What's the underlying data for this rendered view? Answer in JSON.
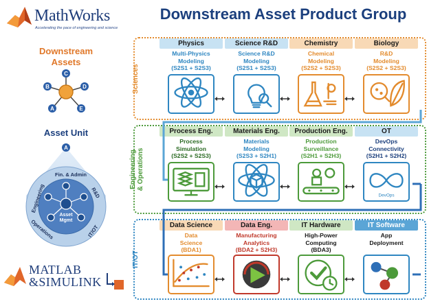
{
  "header": {
    "brand": "MathWorks",
    "tagline": "Accelerating the pace of engineering and science",
    "title": "Downstream Asset Product Group"
  },
  "left": {
    "title_line1": "Downstream",
    "title_line2": "Assets",
    "nodes": [
      "A",
      "B",
      "C",
      "D",
      "E"
    ],
    "asset_unit_title": "Asset Unit",
    "asset_unit_node": "A",
    "ring_labels": {
      "top": "Fin. & Admin",
      "right_top": "R&D",
      "left": "Engineering",
      "bottom_left": "Operations",
      "bottom_right": "IT/OT"
    },
    "center_label_line1": "Asset",
    "center_label_line2": "Mgmt",
    "matlab_line1": "MATLAB",
    "matlab_line2": "&SIMULINK"
  },
  "sections": [
    {
      "label": "Sciences",
      "color": "#e38b2d",
      "items": [
        {
          "category": "Physics",
          "line1": "Multi-Physics",
          "line2": "Modeling",
          "code": "(S2S1 + S2S3)",
          "icon": "atom-icon"
        },
        {
          "category": "Science R&D",
          "line1": "Science R&D",
          "line2": "Modeling",
          "code": "(S2S1 + S2S3)",
          "icon": "lightbulb-icon"
        },
        {
          "category": "Chemistry",
          "line1": "Chemical",
          "line2": "Modeling",
          "code": "(S2S2 + S2S3)",
          "icon": "lab-flask-icon"
        },
        {
          "category": "Biology",
          "line1": "R&D",
          "line2": "Modeling",
          "code": "(S2S2 + S2S3)",
          "icon": "microbe-leaf-icon"
        }
      ]
    },
    {
      "label": "Engineering & Operations",
      "label_line1": "Engineering",
      "label_line2": "& Operations",
      "color": "#4c9a3a",
      "items": [
        {
          "category": "Process Eng.",
          "line1": "Process",
          "line2": "Simulation",
          "code": "(S2S2 + S2S3)",
          "icon": "process-monitor-icon"
        },
        {
          "category": "Materials Eng.",
          "line1": "Materials",
          "line2": "Modeling",
          "code": "(S2S3 + S2H1)",
          "icon": "cube-atom-icon"
        },
        {
          "category": "Production Eng.",
          "line1": "Production",
          "line2": "Surveillance",
          "code": "(S2H1 + S2H3)",
          "icon": "robot-conveyor-icon"
        },
        {
          "category": "OT",
          "line1": "DevOps",
          "line2": "Connectivity",
          "code": "(S2H1 + S2H2)",
          "icon": "devops-loop-icon"
        }
      ]
    },
    {
      "label": "IT/OT",
      "color": "#2e86c1",
      "items": [
        {
          "category": "Data Science",
          "line1": "Data",
          "line2": "Science",
          "code": "(BDA1)",
          "icon": "scatter-plot-icon"
        },
        {
          "category": "Data Eng.",
          "line1": "Manufacturing",
          "line2": "Analytics",
          "code": "(BDA2 + S2H3)",
          "icon": "gauge-play-icon"
        },
        {
          "category": "IT Hardware",
          "line1": "High-Power",
          "line2": "Computing",
          "code": "(BDA3)",
          "icon": "check-clock-icon"
        },
        {
          "category": "IT Software",
          "line1": "App",
          "line2": "Deployment",
          "code": "",
          "icon": "molecule-network-icon"
        }
      ]
    }
  ],
  "colors": {
    "title_blue": "#1b3f7d",
    "orange": "#e38b2d",
    "green": "#4c9a3a",
    "blue": "#2e86c1",
    "cat_physics": "#c7e2f3",
    "cat_chem": "#f8d9b6",
    "cat_green": "#cfe7c4",
    "cat_red": "#f3b6b6",
    "cat_blue_dark": "#5aa5d6"
  }
}
